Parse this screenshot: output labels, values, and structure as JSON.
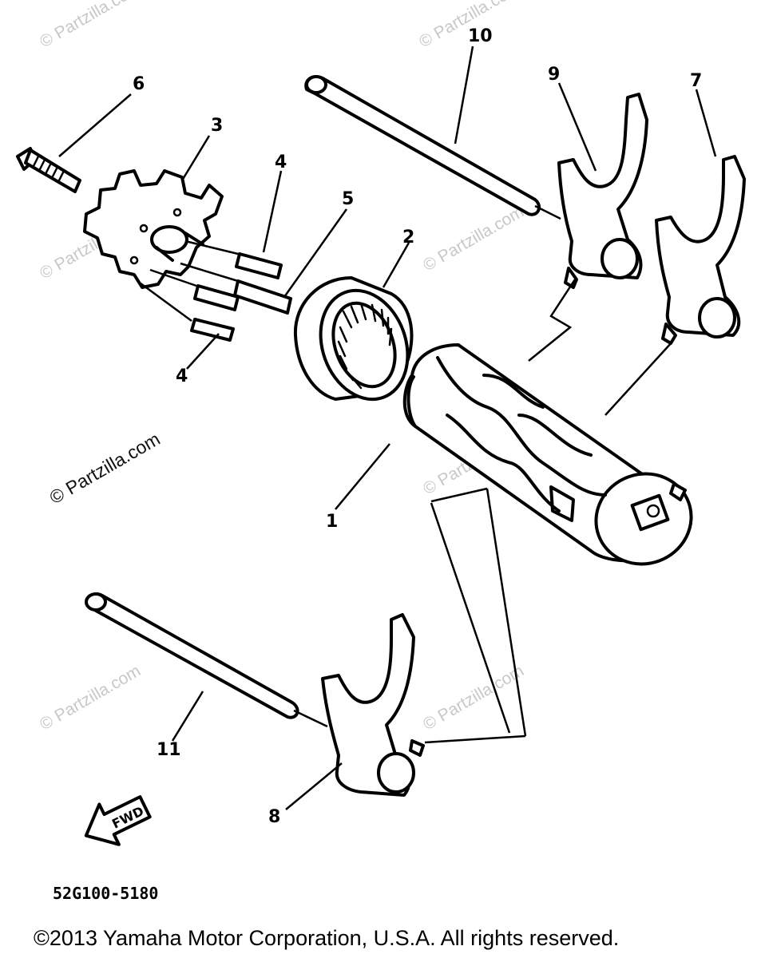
{
  "watermark": {
    "text": "© Partzilla.com",
    "prominent_text": "© Partzilla.com"
  },
  "callouts": [
    {
      "id": "1",
      "label": "1"
    },
    {
      "id": "2",
      "label": "2"
    },
    {
      "id": "3",
      "label": "3"
    },
    {
      "id": "4a",
      "label": "4"
    },
    {
      "id": "4b",
      "label": "4"
    },
    {
      "id": "5",
      "label": "5"
    },
    {
      "id": "6",
      "label": "6"
    },
    {
      "id": "7",
      "label": "7"
    },
    {
      "id": "8",
      "label": "8"
    },
    {
      "id": "9",
      "label": "9"
    },
    {
      "id": "10",
      "label": "10"
    },
    {
      "id": "11",
      "label": "11"
    }
  ],
  "direction_arrow": {
    "label": "FWD"
  },
  "part_code": "52G100-5180",
  "copyright": "©2013 Yamaha Motor Corporation, U.S.A. All rights reserved."
}
